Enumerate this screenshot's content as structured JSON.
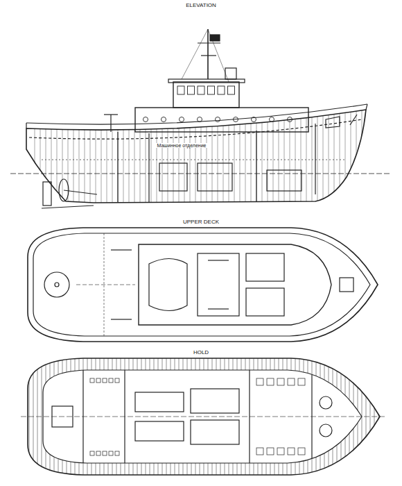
{
  "diagram": {
    "labels": [
      "ELEVATION",
      "UPPER DECK",
      "HOLD",
      "Машинное отделение"
    ]
  }
}
